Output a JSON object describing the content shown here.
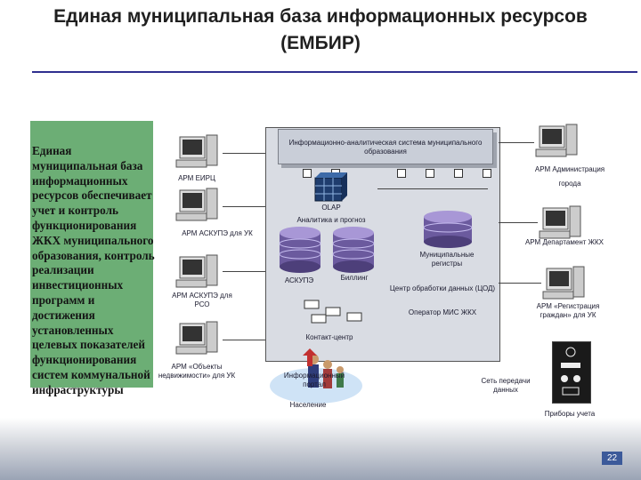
{
  "title": "Единая муниципальная база информационных ресурсов (ЕМБИР)",
  "left_panel_text": "Единая муниципальная база информационных ресурсов обеспечивает учет и контроль функционирования ЖКХ муниципального образования, контроль реализации инвестиционных программ и достижения установленных целевых показателей функционирования систем коммунальной инфраструктуры",
  "workstations_left": [
    {
      "label": "АРМ ЕИРЦ"
    },
    {
      "label": "АРМ АСКУПЭ для УК"
    },
    {
      "label": "АРМ АСКУПЭ для РСО"
    },
    {
      "label": "АРМ «Объекты недвижимости» для УК"
    }
  ],
  "server": {
    "header": "Информационно-аналитическая система муниципального образования",
    "olap": "OLAP",
    "analytics": "Аналитика и прогноз",
    "db_askupe": "АСКУПЭ",
    "db_billing": "Биллинг",
    "registers": "Муниципальные регистры",
    "contact_center": "Контакт-центр"
  },
  "center_labels": {
    "cod": "Центр обработки данных (ЦОД)",
    "operator": "Оператор МИС ЖКХ"
  },
  "workstations_right": [
    {
      "label": "АРМ Администрация города"
    },
    {
      "label": "АРМ Департамент ЖКХ"
    },
    {
      "label": "АРМ «Регистрация граждан» для УК"
    }
  ],
  "bottom": {
    "portal": "Информационный портал",
    "population": "Население",
    "data_network": "Сеть передачи данных",
    "meters": "Приборы учета"
  },
  "page_number": "22",
  "colors": {
    "left_panel": "#6cae75",
    "title_rule": "#2f2f8f",
    "accent": "#3c5a9a"
  }
}
